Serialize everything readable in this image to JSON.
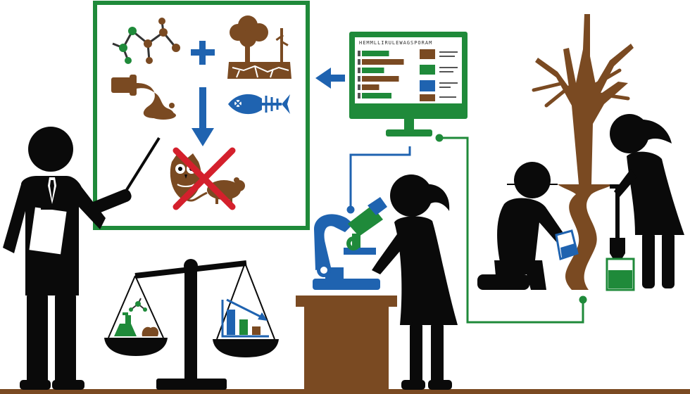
{
  "monitor": {
    "header_text": "HEMMLLIRULEWAGSPORAM",
    "rows": [
      {
        "bar": 0.55,
        "color": "#1f8a3a"
      },
      {
        "bar": 0.85,
        "color": "#7a4a22"
      },
      {
        "bar": 0.45,
        "color": "#1f8a3a"
      },
      {
        "bar": 0.75,
        "color": "#7a4a22"
      },
      {
        "bar": 0.35,
        "color": "#7a4a22"
      },
      {
        "bar": 0.6,
        "color": "#1f8a3a"
      }
    ]
  },
  "colors": {
    "green": "#1f8a3a",
    "brown": "#7a4a22",
    "blue": "#1f63b0",
    "red": "#d4202c",
    "black": "#0a0a0a"
  },
  "chart_icon": {
    "values": [
      0.9,
      0.55,
      0.3
    ],
    "trend": "down"
  },
  "icons": [
    "molecule-icon",
    "plus-icon",
    "dead-tree-icon",
    "spill-icon",
    "fish-skeleton-icon",
    "down-arrow-icon",
    "owl-icon",
    "rat-icon",
    "cross-icon",
    "left-arrow-icon",
    "monitor-icon",
    "microscope-icon",
    "balance-scale-icon",
    "beaker-icon",
    "shovel-icon",
    "bare-tree-icon"
  ]
}
